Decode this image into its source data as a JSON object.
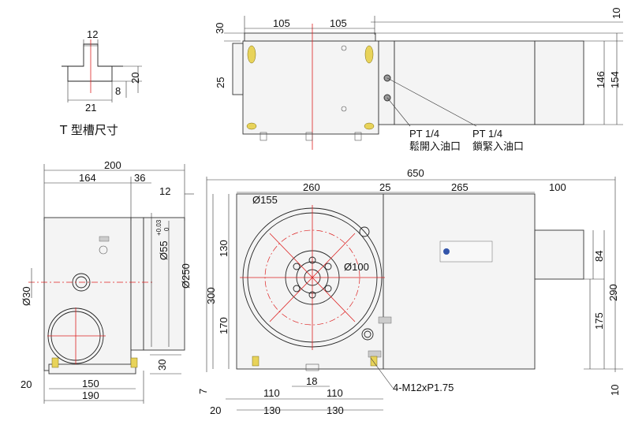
{
  "title_tslot": "T 型槽尺寸",
  "tslot": {
    "d12": "12",
    "d20": "20",
    "d8": "8",
    "d21": "21"
  },
  "top": {
    "d30": "30",
    "d105a": "105",
    "d105b": "105",
    "d25": "25",
    "d10": "10",
    "d146": "146",
    "d154": "154",
    "pt1": "PT 1/4",
    "pt2": "PT 1/4",
    "port_release": "鬆開入油口",
    "port_clamp": "鎖緊入油口"
  },
  "side": {
    "d200": "200",
    "d164": "164",
    "d36": "36",
    "d12": "12",
    "d55": "Ø55",
    "d55tol_up": "+0.03",
    "d55tol_lo": "0",
    "d250": "Ø250",
    "d30dia": "Ø30",
    "d30": "30",
    "d20": "20",
    "d150": "150",
    "d190": "190"
  },
  "front": {
    "d650": "650",
    "d260": "260",
    "d25": "25",
    "d265": "265",
    "d100": "100",
    "d155": "Ø155",
    "d100dia": "Ø100",
    "d130v": "130",
    "d300": "300",
    "d170": "170",
    "d84": "84",
    "d290": "290",
    "d175": "175",
    "d18": "18",
    "d110a": "110",
    "d110b": "110",
    "d130a": "130",
    "d130b": "130",
    "d7": "7",
    "d20": "20",
    "d10": "10",
    "bolt": "4-M12xP1.75"
  }
}
